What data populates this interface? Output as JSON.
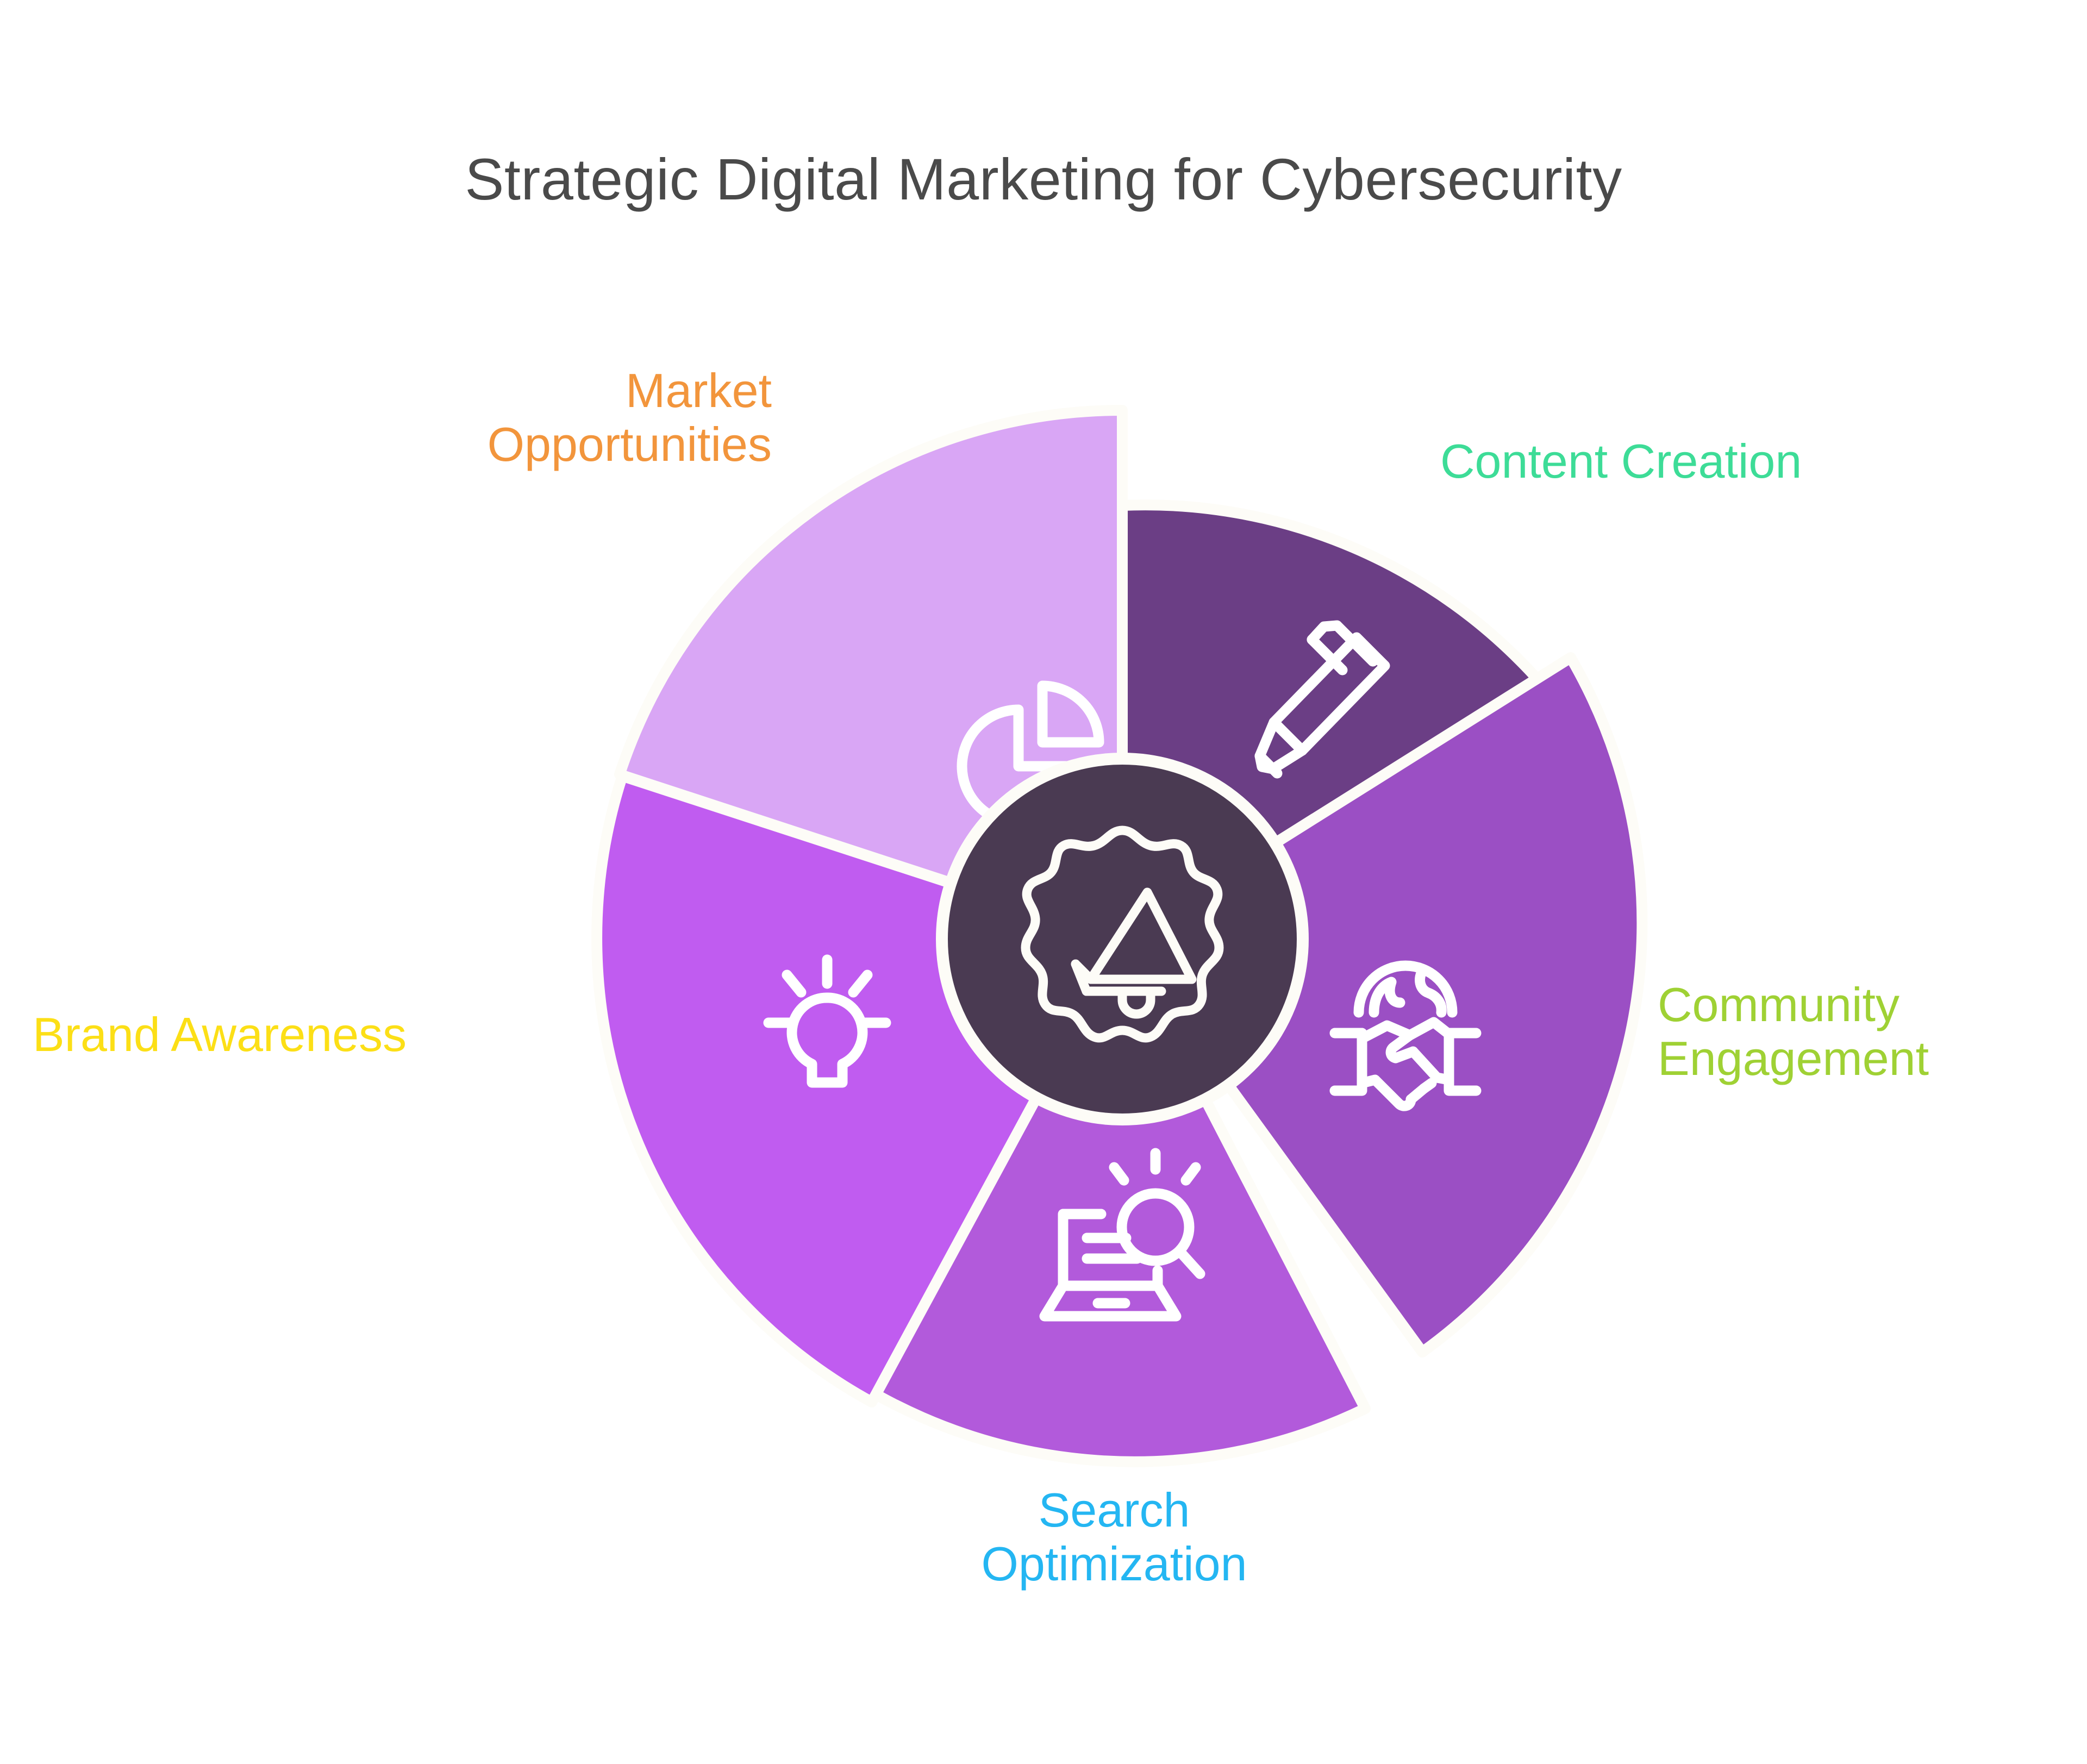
{
  "title": "Strategic Digital Marketing for Cybersecurity",
  "background_color": "#ffffff",
  "title_color": "#4a4a4a",
  "center": {
    "icon": "gear-megaphone-icon",
    "fill_color": "#4a3a52",
    "stroke_color": "#fdfcf7"
  },
  "diagram": {
    "type": "pinwheel-petal-wheel",
    "segment_count": 5,
    "divider_color": "#fdfcf7"
  },
  "segments": [
    {
      "id": "market-opportunities",
      "label": "Market\nOpportunities",
      "label_color": "#f2953c",
      "petal_color": "#d9a6f5",
      "icon": "pie-chart-icon",
      "icon_color": "#ffffff"
    },
    {
      "id": "content-creation",
      "label": "Content Creation",
      "label_color": "#3ddc97",
      "petal_color": "#6b3e85",
      "icon": "pen-icon",
      "icon_color": "#ffffff"
    },
    {
      "id": "community-engagement",
      "label": "Community\nEngagement",
      "label_color": "#9fd134",
      "petal_color": "#9b4fc4",
      "icon": "globe-handshake-icon",
      "icon_color": "#ffffff"
    },
    {
      "id": "search-optimization",
      "label": "Search\nOptimization",
      "label_color": "#24b6f2",
      "petal_color": "#b25adb",
      "icon": "laptop-search-icon",
      "icon_color": "#ffffff"
    },
    {
      "id": "brand-awareness",
      "label": "Brand Awareness",
      "label_color": "#fcdf16",
      "petal_color": "#c05cf0",
      "icon": "lightbulb-icon",
      "icon_color": "#ffffff"
    }
  ]
}
